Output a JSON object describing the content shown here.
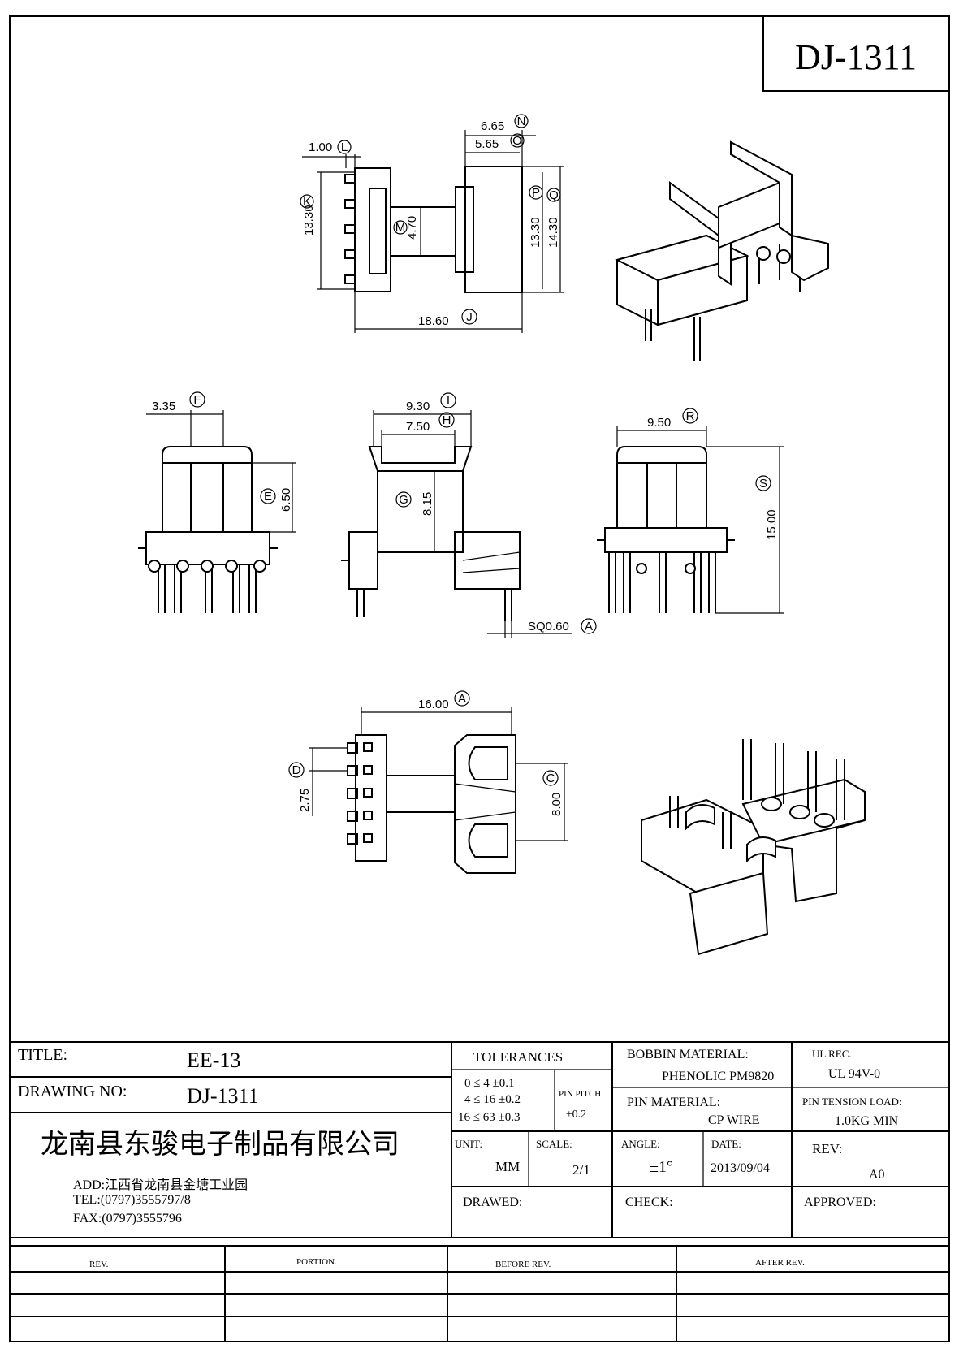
{
  "drawing_code": "DJ-1311",
  "dimensions": {
    "top_left_pitch": "1.00",
    "top_left_pitch_tag": "L",
    "top_left_height": "13.30",
    "top_left_height_tag": "K",
    "center_core": "4.70",
    "center_core_tag": "M",
    "top_flange_outer": "6.65",
    "top_flange_outer_tag": "N",
    "top_flange_inner": "5.65",
    "top_flange_inner_tag": "O",
    "top_right_height_a": "13.30",
    "top_right_height_a_tag": "P",
    "top_right_height_b": "14.30",
    "top_right_height_b_tag": "Q",
    "total_length": "18.60",
    "total_length_tag": "J",
    "side_core_width": "3.35",
    "side_core_width_tag": "F",
    "side_core_height": "6.50",
    "side_core_height_tag": "E",
    "front_outer": "9.30",
    "front_outer_tag": "I",
    "front_inner": "7.50",
    "front_inner_tag": "H",
    "front_height": "8.15",
    "front_height_tag": "G",
    "pin_square": "SQ0.60",
    "pin_square_tag": "A",
    "rear_width": "9.50",
    "rear_width_tag": "R",
    "rear_height": "15.00",
    "rear_height_tag": "S",
    "bottom_length": "16.00",
    "bottom_length_tag": "A",
    "bottom_pitch": "2.75",
    "bottom_pitch_tag": "D",
    "bottom_row_span": "8.00",
    "bottom_row_span_tag": "C"
  },
  "title_block": {
    "title_label": "TITLE:",
    "title_value": "EE-13",
    "drawing_no_label": "DRAWING NO:",
    "drawing_no_value": "DJ-1311",
    "company_name": "龙南县东骏电子制品有限公司",
    "address": "ADD:江西省龙南县金塘工业园",
    "tel": "TEL:(0797)3555797/8",
    "fax": "FAX:(0797)3555796",
    "tolerances_label": "TOLERANCES",
    "tol_row1": "0 ≤ 4   ±0.1",
    "tol_row2": "4 ≤ 16  ±0.2",
    "tol_row3": "16 ≤ 63  ±0.3",
    "pin_pitch_label": "PIN PITCH",
    "pin_pitch_value": "±0.2",
    "bobbin_material_label": "BOBBIN MATERIAL:",
    "bobbin_material_value": "PHENOLIC PM9820",
    "ul_rec_label": "UL REC.",
    "ul_rec_value": "UL  94V-0",
    "pin_material_label": "PIN MATERIAL:",
    "pin_material_value": "CP WIRE",
    "pin_tension_label": "PIN TENSION LOAD:",
    "pin_tension_value": "1.0KG MIN",
    "unit_label": "UNIT:",
    "unit_value": "MM",
    "scale_label": "SCALE:",
    "scale_value": "2/1",
    "angle_label": "ANGLE:",
    "angle_value": "±1°",
    "date_label": "DATE:",
    "date_value": "2013/09/04",
    "rev_label": "REV:",
    "rev_value": "A0",
    "drawed_label": "DRAWED:",
    "check_label": "CHECK:",
    "approved_label": "APPROVED:"
  },
  "revision_table": {
    "headers": [
      "REV.",
      "PORTION.",
      "BEFORE REV.",
      "AFTER REV."
    ]
  }
}
